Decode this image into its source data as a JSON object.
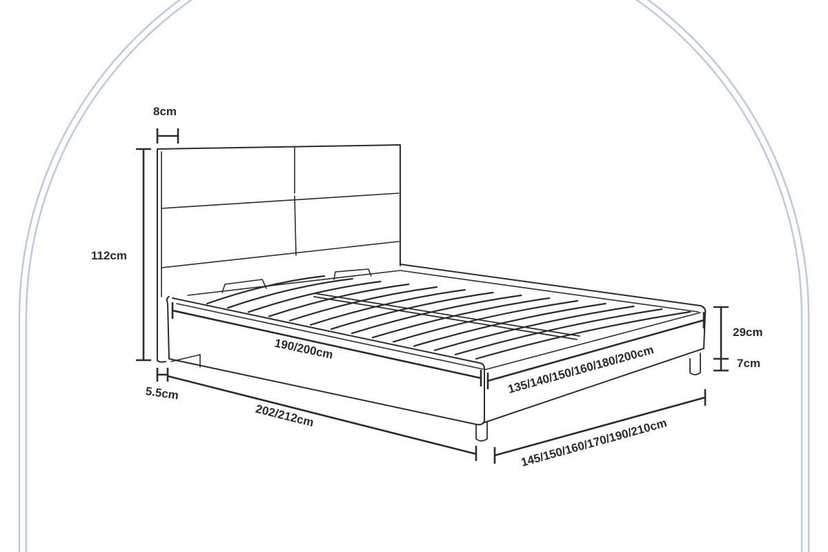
{
  "colors": {
    "arch": "#b9c9e6",
    "lines": "#2b2b2b"
  },
  "dimensions": {
    "headboard_thickness": "8cm",
    "headboard_height": "112cm",
    "side_rail_offset": "5.5cm",
    "inner_length": "190/200cm",
    "outer_length": "202/212cm",
    "inner_width": "135/140/150/160/180/200cm",
    "outer_width": "145/150/160/170/190/210cm",
    "frame_height": "29cm",
    "leg_height": "7cm"
  }
}
